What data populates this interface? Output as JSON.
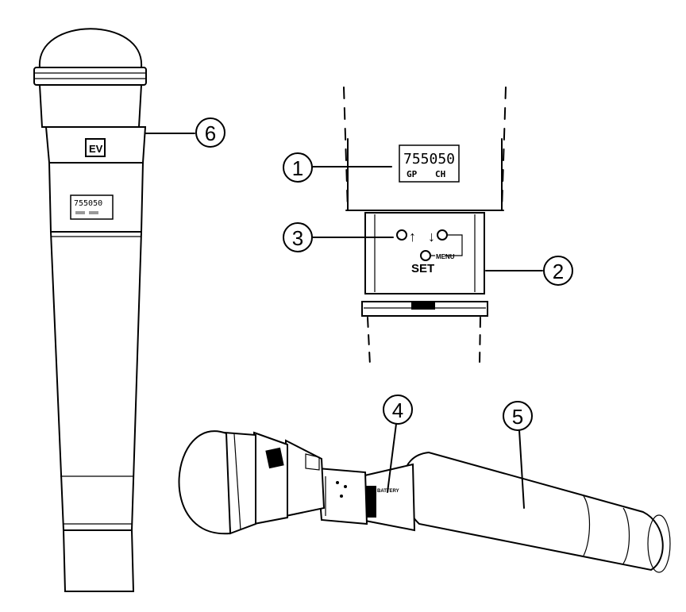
{
  "callouts": [
    {
      "id": "1",
      "label": "1"
    },
    {
      "id": "2",
      "label": "2"
    },
    {
      "id": "3",
      "label": "3"
    },
    {
      "id": "4",
      "label": "4"
    },
    {
      "id": "5",
      "label": "5"
    },
    {
      "id": "6",
      "label": "6"
    }
  ],
  "display": {
    "frequency": "755050",
    "group_label": "GP",
    "channel_label": "CH"
  },
  "mic_display_small": "755050",
  "controls": {
    "set_label": "SET",
    "menu_label": "MENU",
    "up_arrow": "↑",
    "down_arrow": "↓"
  },
  "battery_label": "BATTERY",
  "brand_logo": "EV"
}
